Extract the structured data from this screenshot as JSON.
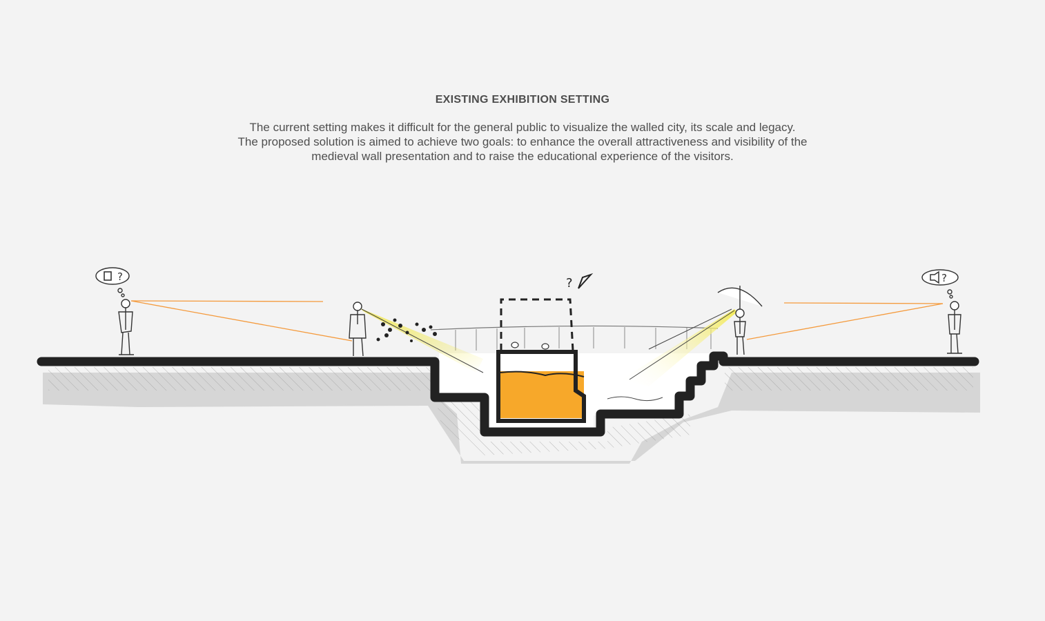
{
  "header": {
    "title": "EXISTING EXHIBITION SETTING",
    "description_lines": [
      "The current setting makes it difficult for the general public to visualize the walled city, its scale and legacy.",
      "The proposed solution is aimed to achieve two goals: to enhance the overall attractiveness and visibility of the",
      "medieval wall presentation and to raise the educational experience of the visitors."
    ]
  },
  "diagram": {
    "thought_bubble_symbol": "?",
    "colors": {
      "ground": "#222222",
      "wall_fill": "#f7a82a",
      "sight_line": "#f49a3c",
      "light_beam": "#f2e84a",
      "shadow": "#d5d5d5",
      "background": "#f3f3f3"
    }
  }
}
